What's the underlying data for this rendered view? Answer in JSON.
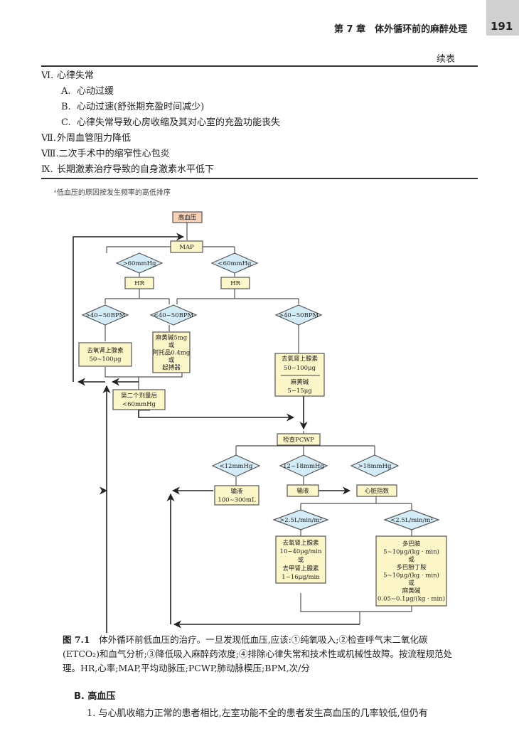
{
  "header": {
    "chapter_title": "第 7 章　体外循环前的麻醉处理",
    "page_number": "191"
  },
  "table": {
    "continued_label": "续表",
    "items": [
      {
        "num": "Ⅵ.",
        "text": "心律失常",
        "level": 0
      },
      {
        "num": "A.",
        "text": "心动过缓",
        "level": 1
      },
      {
        "num": "B.",
        "text": "心动过速(舒张期充盈时间减少)",
        "level": 1
      },
      {
        "num": "C.",
        "text": "心律失常导致心房收缩及其对心室的充盈功能丧失",
        "level": 1
      },
      {
        "num": "Ⅶ.",
        "text": "外周血管阻力降低",
        "level": 0
      },
      {
        "num": "Ⅷ.",
        "text": "二次手术中的缩窄性心包炎",
        "level": 0
      },
      {
        "num": "Ⅸ.",
        "text": "长期激素治疗导致的自身激素水平低下",
        "level": 0
      }
    ],
    "footnote": "ᵃ低血压的原因按发生频率的高低排序"
  },
  "flowchart": {
    "colors": {
      "start_fill": "#f7d0b5",
      "box_fill": "#fdf6c8",
      "diamond_fill": "#d3ecf7",
      "stroke": "#555555",
      "arrow": "#222222"
    },
    "start": "高血压",
    "map": "MAP",
    "map_high": ">60mmHg",
    "map_low": "<60mmHg",
    "hr_left": "HR",
    "hr_right": "HR",
    "bpm_gt_left": ">40~50BPM",
    "bpm_lt": "<40~50BPM",
    "bpm_gt_right": ">40~50BPM",
    "norepi_left": [
      "去氧肾上腺素",
      "50~100μg"
    ],
    "bradycardia_tx": [
      "麻黄碱5mg",
      "或",
      "阿托品0.4mg",
      "或",
      "起搏器"
    ],
    "norepi_right": [
      "去氧肾上腺素",
      "50~100μg",
      "麻黄碱",
      "5~15μg"
    ],
    "second_dose": [
      "第二个剂量后",
      "<60mmHg"
    ],
    "check_pcwp": "检查PCWP",
    "pcwp_low": "<12mmHg",
    "pcwp_mid": "12~18mmHg",
    "pcwp_high": ">18mmHg",
    "fluid_low": [
      "输液",
      "100~300mL"
    ],
    "fluid_mid": "输液",
    "cardiac_index": "心脏指数",
    "ci_high": ">2.5L/min/m²",
    "ci_low": "<2.5L/min/m²",
    "ci_high_tx": [
      "去氧肾上腺素",
      "10~40μg/min",
      "或",
      "去甲肾上腺素",
      "1~16μg/min"
    ],
    "ci_low_tx": [
      "多巴胺",
      "5~10μg/(kg · min)",
      "或",
      "多巴酚丁胺",
      "5~10μg/(kg · min)",
      "或",
      "麻黄碱",
      "0.05~0.1μg/(kg · min)"
    ]
  },
  "caption": {
    "label": "图 7.1",
    "text": "　体外循环前低血压的治疗。一旦发现低血压,应该:①纯氧吸入;②检查呼气末二氧化碳(ETCO₂)和血气分析;③降低吸入麻醉药浓度;④排除心律失常和技术性或机械性故障。按流程规范处理。HR,心率;MAP,平均动脉压;PCWP,肺动脉楔压;BPM,次/分"
  },
  "section": {
    "heading": "B.  高血压",
    "para": "1. 与心肌收缩力正常的患者相比,左室功能不全的患者发生高血压的几率较低,但仍有"
  }
}
